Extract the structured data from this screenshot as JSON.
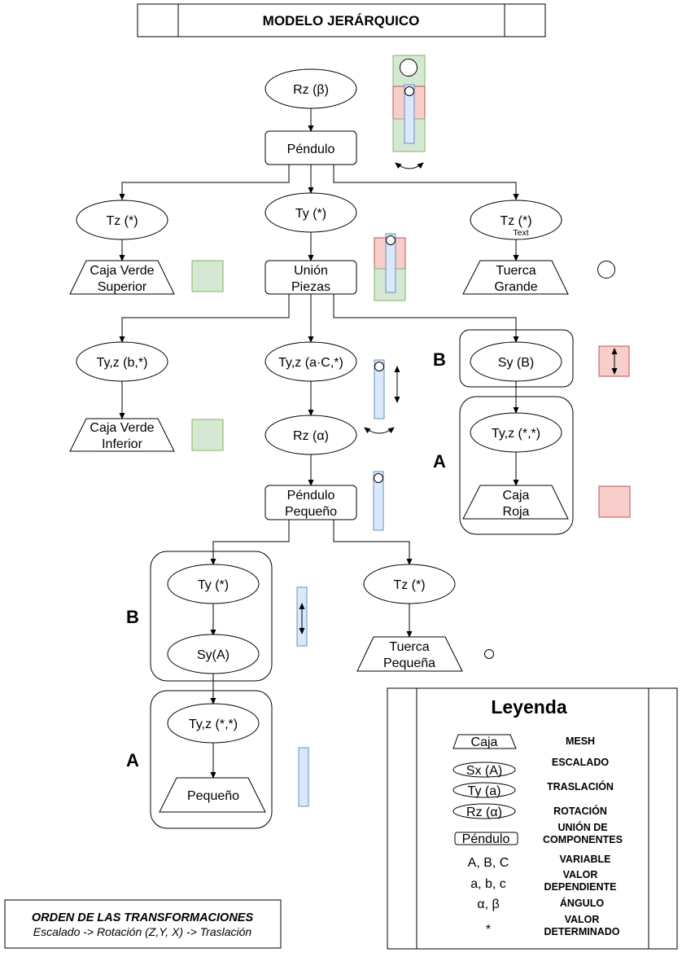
{
  "title": "MODELO JERÁRQUICO",
  "nodes": {
    "rz_beta": "Rz (β)",
    "pendulo": "Péndulo",
    "tz_left": "Tz (*)",
    "ty_center": "Ty (*)",
    "tz_right": "Tz (*)",
    "tz_right_small": "Text",
    "caja_verde_sup_1": "Caja Verde",
    "caja_verde_sup_2": "Superior",
    "union_1": "Unión",
    "union_2": "Piezas",
    "tuerca_grande_1": "Tuerca",
    "tuerca_grande_2": "Grande",
    "tyz_b": "Ty,z (b,*)",
    "tyz_ac": "Ty,z (a·C,*)",
    "sy_b": "Sy (B)",
    "caja_verde_inf_1": "Caja Verde",
    "caja_verde_inf_2": "Inferior",
    "rz_alpha": "Rz (α)",
    "tyz_star_right": "Ty,z (*,*)",
    "caja_roja_1": "Caja",
    "caja_roja_2": "Roja",
    "pend_peq_1": "Péndulo",
    "pend_peq_2": "Pequeño",
    "ty_star_small": "Ty (*)",
    "tz_star_small": "Tz (*)",
    "sy_a": "Sy(A)",
    "tuerca_peq_1": "Tuerca",
    "tuerca_peq_2": "Pequeña",
    "tyz_star_small": "Ty,z (*,*)",
    "pequeno": "Pequeño"
  },
  "group_labels": {
    "b_right": "B",
    "a_right": "A",
    "b_left": "B",
    "a_left": "A"
  },
  "legend": {
    "title": "Leyenda",
    "items": [
      {
        "symbol": "Caja",
        "desc1": "MESH",
        "desc2": ""
      },
      {
        "symbol": "Sx (A)",
        "desc1": "ESCALADO",
        "desc2": ""
      },
      {
        "symbol": "Ty (a)",
        "desc1": "TRASLACIÓN",
        "desc2": ""
      },
      {
        "symbol": "Rz (α)",
        "desc1": "ROTACIÓN",
        "desc2": ""
      },
      {
        "symbol": "Péndulo",
        "desc1": "UNIÓN DE",
        "desc2": "COMPONENTES"
      },
      {
        "symbol": "A, B, C",
        "desc1": "VARIABLE",
        "desc2": ""
      },
      {
        "symbol": "a, b, c",
        "desc1": "VALOR",
        "desc2": "DEPENDIENTE"
      },
      {
        "symbol": "α, β",
        "desc1": "ÁNGULO",
        "desc2": ""
      },
      {
        "symbol": "*",
        "desc1": "VALOR",
        "desc2": "DETERMINADO"
      }
    ]
  },
  "order_box": {
    "title": "ORDEN DE LAS TRANSFORMACIONES",
    "text": "Escalado -> Rotación (Z,Y, X) -> Traslación"
  },
  "colors": {
    "green_fill": "#d5e8d4",
    "green_stroke": "#82b366",
    "red_fill": "#f8cecc",
    "red_stroke": "#b85450",
    "blue_fill": "#dae8fc",
    "blue_stroke": "#6c8ebf"
  }
}
